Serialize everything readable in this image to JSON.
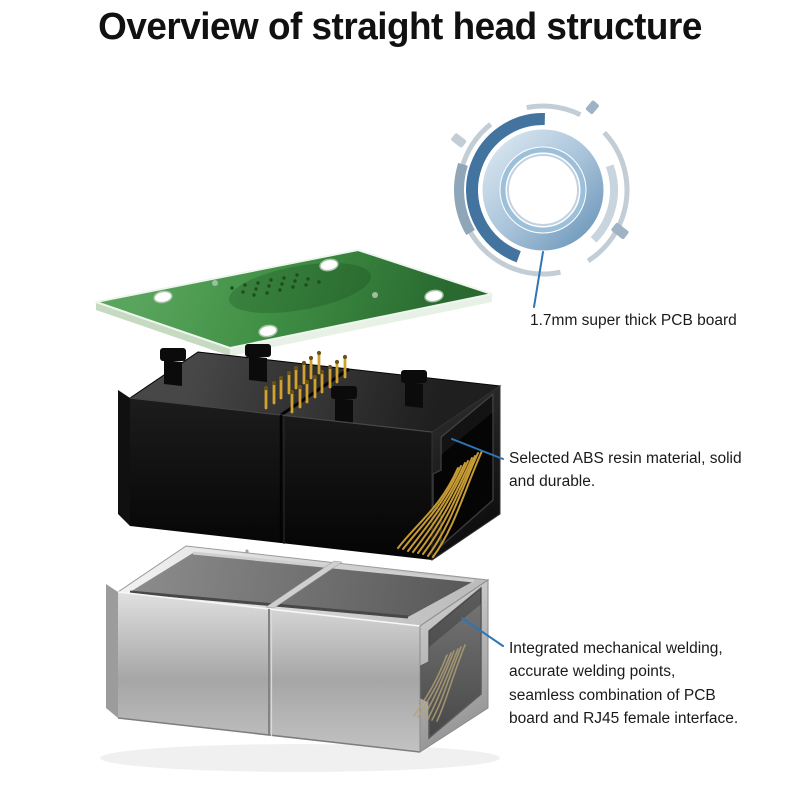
{
  "title": "Overview of straight head structure",
  "callouts": {
    "pcb": "1.7mm super thick PCB board",
    "abs": "Selected ABS resin material, solid and durable.",
    "welding": "Integrated mechanical welding, accurate welding points, seamless combination of PCB board and RJ45 female interface."
  },
  "graphics": {
    "ring": "decorative-tech-ring",
    "pcb_board": "green-pcb-board",
    "housing": "black-abs-housing-with-rj45-socket",
    "shell": "silver-metal-shell-with-rj45-socket"
  },
  "colors": {
    "accent_blue": "#2e75b6",
    "pcb_green": "#3f8f44",
    "housing_black": "#111111",
    "shell_silver": "#b8b8b8",
    "pin_gold": "#d1a132",
    "text": "#111111",
    "background": "#ffffff"
  }
}
